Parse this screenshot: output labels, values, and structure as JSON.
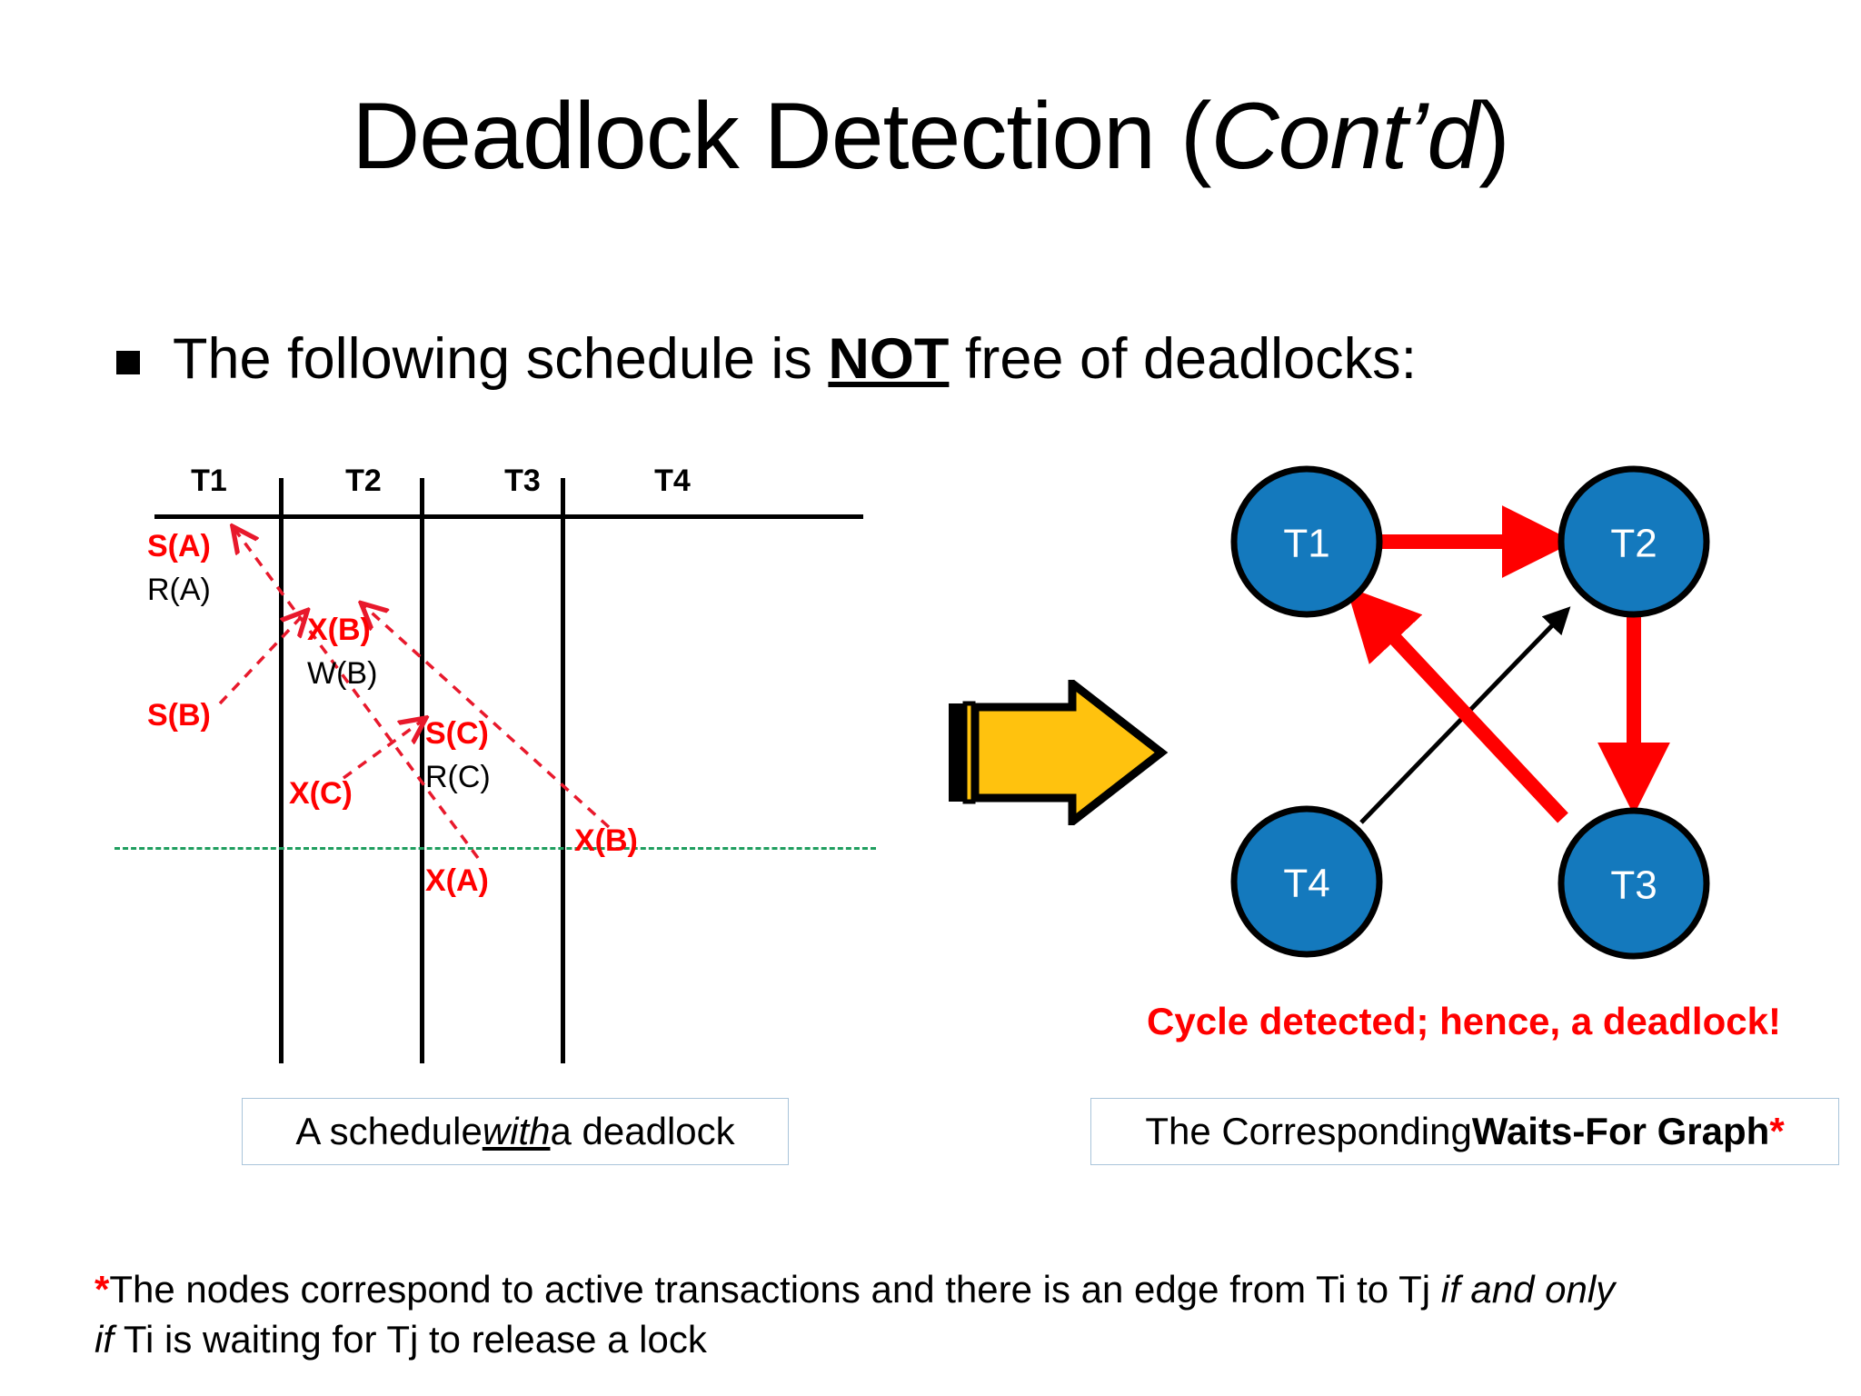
{
  "slide": {
    "title_main": "Deadlock Detection (",
    "title_italic": "Cont’d",
    "title_close": ")",
    "bullet_pre": "The following schedule is ",
    "bullet_emph": "NOT",
    "bullet_post": " free of deadlocks:"
  },
  "schedule": {
    "columns": [
      "T1",
      "T2",
      "T3",
      "T4"
    ],
    "entries": [
      {
        "col": "T1",
        "row": 0,
        "text": "S(A)",
        "kind": "lock"
      },
      {
        "col": "T1",
        "row": 1,
        "text": "R(A)",
        "kind": "action"
      },
      {
        "col": "T2",
        "row": 2,
        "text": "X(B)",
        "kind": "lock"
      },
      {
        "col": "T2",
        "row": 3,
        "text": "W(B)",
        "kind": "action"
      },
      {
        "col": "T1",
        "row": 4,
        "text": "S(B)",
        "kind": "lock"
      },
      {
        "col": "T3",
        "row": 5,
        "text": "S(C)",
        "kind": "lock"
      },
      {
        "col": "T3",
        "row": 6,
        "text": "R(C)",
        "kind": "action"
      },
      {
        "col": "T2",
        "row": 7,
        "text": "X(C)",
        "kind": "lock"
      },
      {
        "col": "T4",
        "row": 8,
        "text": "X(B)",
        "kind": "lock"
      },
      {
        "col": "T3",
        "row": 9,
        "text": "X(A)",
        "kind": "lock"
      }
    ],
    "wait_arrows": [
      {
        "from": "S(B)",
        "to": "X(B)"
      },
      {
        "from": "X(A)",
        "to": "S(A)"
      },
      {
        "from": "X(C)",
        "to": "S(C)"
      },
      {
        "from": "X(B)-T4",
        "to": "X(B)-T2"
      }
    ],
    "deadlock_line_color": "#1f9e5f",
    "lock_color": "#ff0000",
    "arrow_color": "#e8192c"
  },
  "waits_for_graph": {
    "nodes": [
      {
        "id": "T1",
        "label": "T1"
      },
      {
        "id": "T2",
        "label": "T2"
      },
      {
        "id": "T3",
        "label": "T3"
      },
      {
        "id": "T4",
        "label": "T4"
      }
    ],
    "edges": [
      {
        "from": "T1",
        "to": "T2",
        "color": "#ff0000",
        "in_cycle": true
      },
      {
        "from": "T2",
        "to": "T3",
        "color": "#ff0000",
        "in_cycle": true
      },
      {
        "from": "T3",
        "to": "T1",
        "color": "#ff0000",
        "in_cycle": true
      },
      {
        "from": "T4",
        "to": "T2",
        "color": "#000000",
        "in_cycle": false
      }
    ],
    "node_fill": "#1479bd",
    "node_stroke": "#000000",
    "node_text_color": "#ffffff"
  },
  "captions": {
    "left_pre": "A schedule ",
    "left_emph": "with",
    "left_post": " a deadlock",
    "right_pre": "The Corresponding ",
    "right_emph": "Waits-For Graph",
    "right_star": "*",
    "cycle_message": "Cycle detected; hence, a deadlock!"
  },
  "footnote": {
    "star": "*",
    "line1_pre": "The nodes correspond to active transactions and there is an edge from Ti to Tj ",
    "line1_italic": "if and only",
    "line2_italic": "if",
    "line2_post": " Ti is waiting for Tj to release a lock"
  },
  "arrow_transition": {
    "fill": "#FFC20E",
    "stroke": "#000000"
  }
}
